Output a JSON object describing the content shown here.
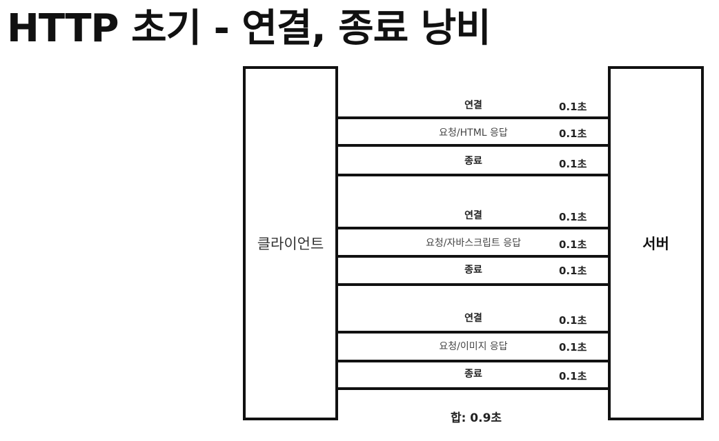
{
  "title": "HTTP 초기 - 연결, 종료 낭비",
  "client": {
    "label": "클라이언트"
  },
  "server": {
    "label": "서버"
  },
  "groups": [
    {
      "steps": [
        {
          "label": "연결",
          "time": "0.1초"
        },
        {
          "label": "요청/HTML 응답",
          "time": "0.1초"
        },
        {
          "label": "종료",
          "time": "0.1초"
        }
      ]
    },
    {
      "steps": [
        {
          "label": "연결",
          "time": "0.1초"
        },
        {
          "label": "요청/자바스크립트 응답",
          "time": "0.1초"
        },
        {
          "label": "종료",
          "time": "0.1초"
        }
      ]
    },
    {
      "steps": [
        {
          "label": "연결",
          "time": "0.1초"
        },
        {
          "label": "요청/이미지 응답",
          "time": "0.1초"
        },
        {
          "label": "종료",
          "time": "0.1초"
        }
      ]
    }
  ],
  "total": "합: 0.9초"
}
